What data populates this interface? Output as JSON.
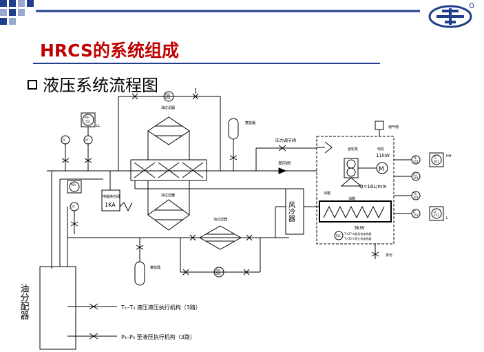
{
  "slide": {
    "title": "HRCS的系统组成",
    "subtitle": "液压系统流程图"
  },
  "colors": {
    "title": "#c00000",
    "accent_blue": "#1f3f8c",
    "line": "#000000"
  },
  "diagram": {
    "labels": {
      "oil_filter_top": "油过滤器",
      "oil_filter_mid": "油过滤器",
      "oil_filter_bottom": "油过滤器",
      "accumulator_top": "蓄能器",
      "accumulator_bottom": "蓄能器",
      "pressure_valve": "压力调节阀",
      "check_valve": "单向阀",
      "air_breather": "通气帽",
      "gear_pump": "齿轮泵",
      "motor_label": "电机",
      "motor_power": "11kW",
      "motor_symbol": "M",
      "flow": "Q=16L/min",
      "tank": "油箱",
      "heater_power": "3kW",
      "temp_note_1": "T<27℃起动电加热器",
      "temp_note_2": "T>35℃停止电加热器",
      "air_cooler": "风冷器",
      "solenoid_valve": "电磁换向阀",
      "solenoid_code": "1KA",
      "oil_distributor": "油分配器",
      "drain": "排污",
      "out_t": "T₁–T₃ 液压液压执行机构（3路）",
      "out_p": "P₁–P₃ 至液压执行机构（3路）"
    },
    "instruments": [
      {
        "id": "pdi-001",
        "tag": "PDI",
        "num": "001"
      },
      {
        "id": "pdi-151",
        "tag": "PDI",
        "num": "151"
      },
      {
        "id": "pi-001",
        "tag": "PI",
        "num": "001"
      },
      {
        "id": "pt-151",
        "tag": "PT",
        "num": "151"
      },
      {
        "id": "pdi-152",
        "tag": "PDI",
        "num": "152"
      },
      {
        "id": "pt-152",
        "tag": "PT",
        "num": "152"
      },
      {
        "id": "pdi-003",
        "tag": "PDI",
        "num": "003"
      },
      {
        "id": "tc-301",
        "tag": "TE",
        "num": "301"
      },
      {
        "id": "ti-001",
        "tag": "TI",
        "num": "001"
      },
      {
        "id": "li-301",
        "tag": "LG",
        "num": "301"
      },
      {
        "id": "ts-301",
        "tag": "TS",
        "num": "301"
      },
      {
        "id": "lt-151",
        "tag": "LT",
        "num": "151"
      },
      {
        "id": "li-151",
        "tag": "LI",
        "num": "151"
      },
      {
        "id": "tsc",
        "tag": "TSC",
        "num": ""
      }
    ],
    "alarm_marks": {
      "ll": "LL",
      "hh": "HH",
      "l": "L"
    }
  }
}
